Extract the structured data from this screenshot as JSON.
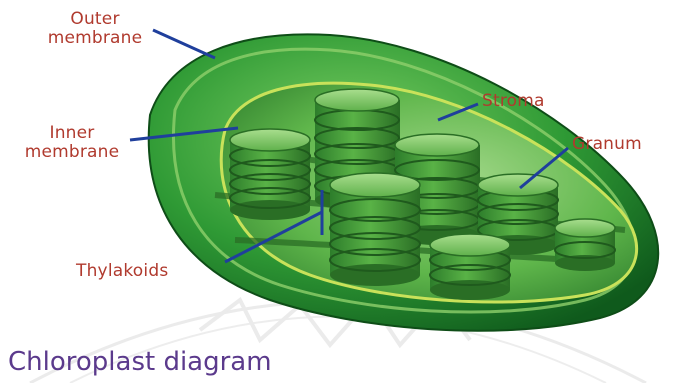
{
  "labels": {
    "outer_membrane": [
      "Outer",
      "membrane"
    ],
    "inner_membrane": [
      "Inner",
      "membrane"
    ],
    "stroma": "Stroma",
    "granum": "Granum",
    "thylakoids": "Thylakoids"
  },
  "caption": "Chloroplast diagram",
  "colors": {
    "label_text": "#b03a2e",
    "leader_line": "#1f3f9c",
    "caption_text": "#5b3a8c",
    "outer_membrane": "#2f9a35",
    "inner_membrane": "#c9e25a",
    "stroma": "#4fae3f",
    "granum": "#3c9a3a",
    "watermark": "#d8d8d8"
  }
}
